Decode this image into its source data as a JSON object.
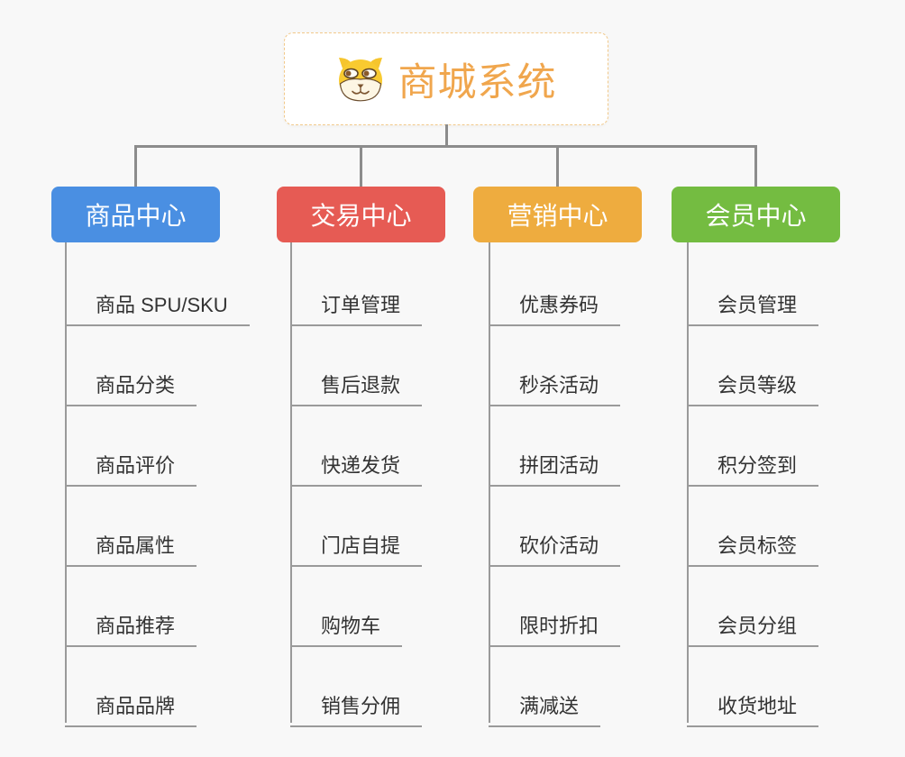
{
  "root": {
    "title": "商城系统",
    "icon": "shiba-dog-icon"
  },
  "branches": [
    {
      "label": "商品中心",
      "color": "#4a8fe2",
      "items": [
        "商品 SPU/SKU",
        "商品分类",
        "商品评价",
        "商品属性",
        "商品推荐",
        "商品品牌"
      ]
    },
    {
      "label": "交易中心",
      "color": "#e65b54",
      "items": [
        "订单管理",
        "售后退款",
        "快递发货",
        "门店自提",
        "购物车",
        "销售分佣"
      ]
    },
    {
      "label": "营销中心",
      "color": "#eeac3f",
      "items": [
        "优惠券码",
        "秒杀活动",
        "拼团活动",
        "砍价活动",
        "限时折扣",
        "满减送"
      ]
    },
    {
      "label": "会员中心",
      "color": "#74bc41",
      "items": [
        "会员管理",
        "会员等级",
        "积分签到",
        "会员标签",
        "会员分组",
        "收货地址"
      ]
    }
  ],
  "colors": {
    "background": "#f8f8f8",
    "connector": "#8c8c8c",
    "item_underline": "#9a9a9a",
    "root_title": "#f0a64d",
    "root_border": "#f2c98a",
    "item_text": "#333333"
  }
}
